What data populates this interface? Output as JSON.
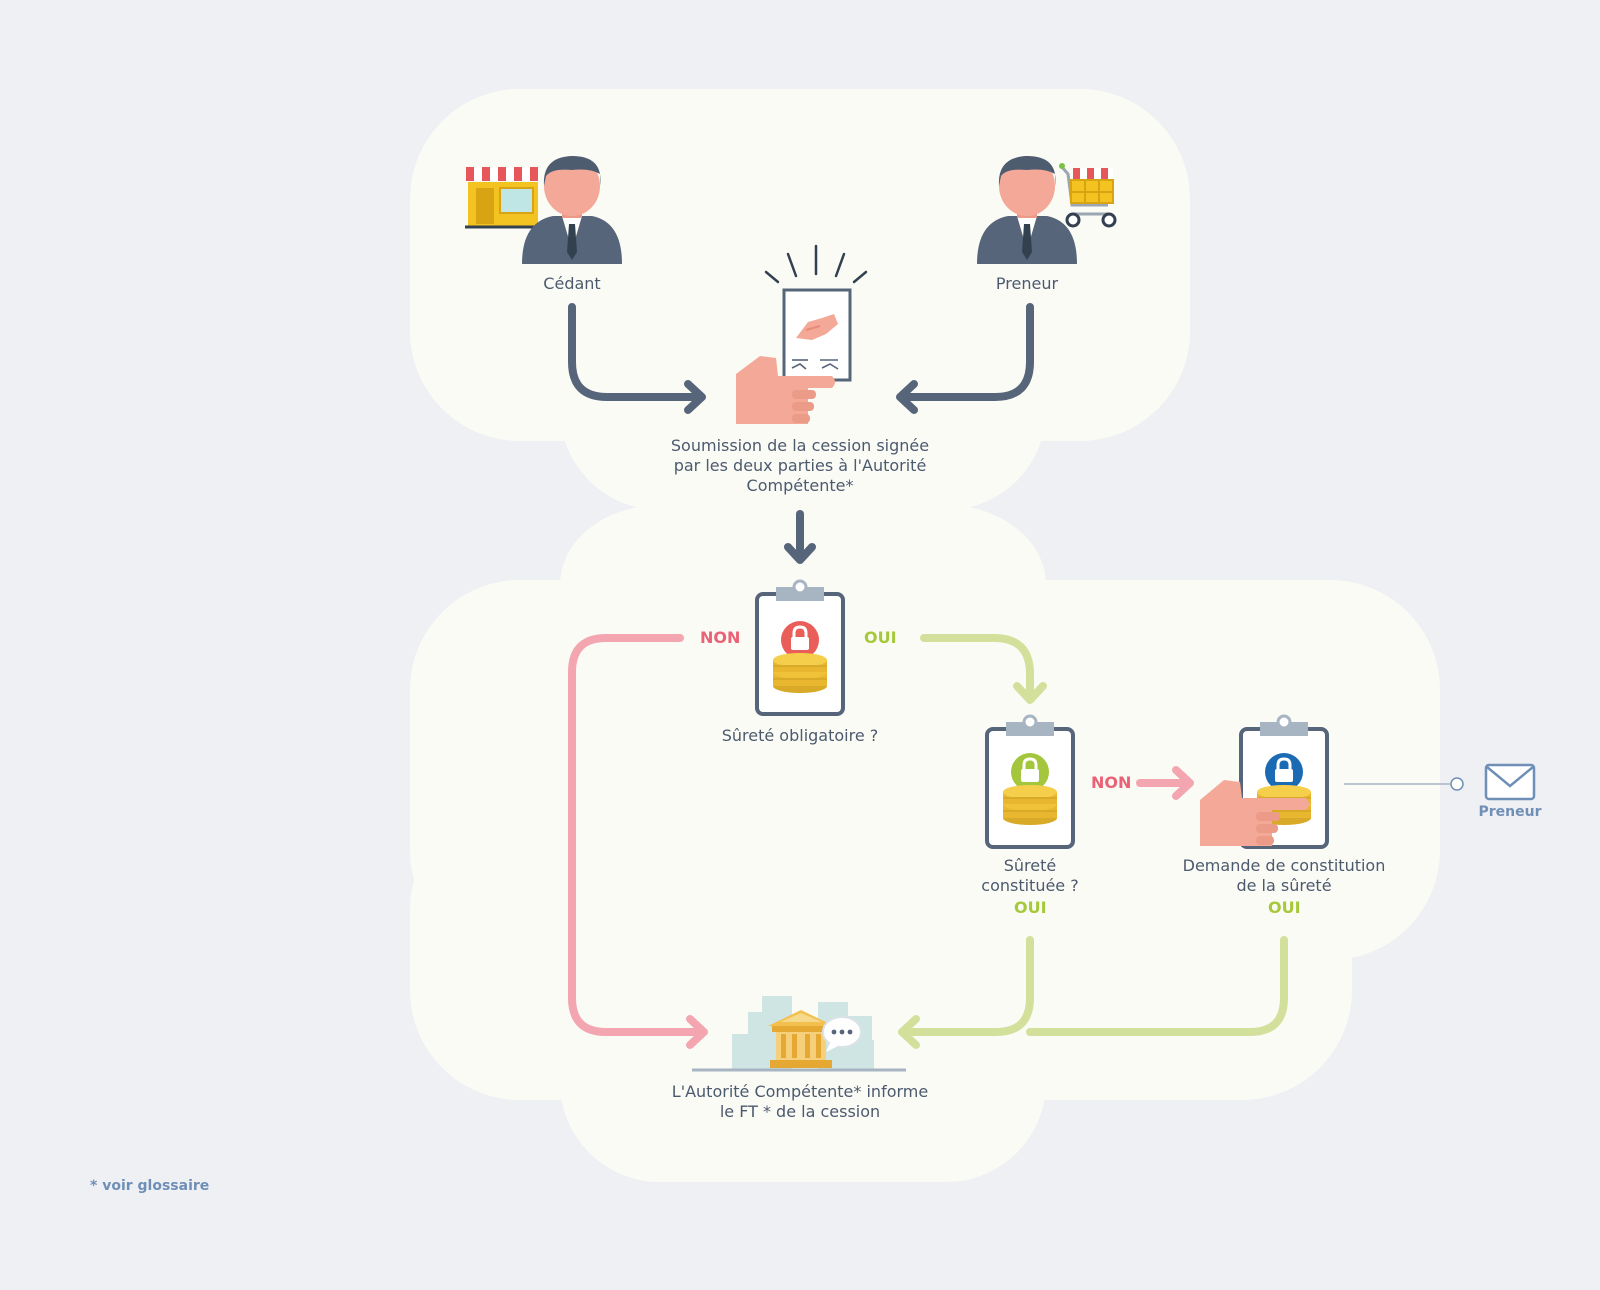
{
  "actors": {
    "cedant": "Cédant",
    "preneur": "Preneur"
  },
  "steps": {
    "submission": [
      "Soumission de la cession signée",
      "par les deux parties à l'Autorité",
      "Compétente*"
    ],
    "surete_obligatoire": "Sûreté obligatoire ?",
    "surete_constituee": [
      "Sûreté",
      "constituée ?"
    ],
    "demande_constitution": [
      "Demande de constitution",
      "de la sûreté"
    ],
    "autorite_informe": [
      "L'Autorité Compétente* informe",
      "le FT * de la cession"
    ]
  },
  "decisions": {
    "non_left": "NON",
    "oui_right": "OUI",
    "non_middle": "NON",
    "oui_constituee": "OUI",
    "oui_demande": "OUI"
  },
  "mail_recipient": "Preneur",
  "footnote": "* voir glossaire",
  "icons": [
    "shop-icon",
    "businessman-icon",
    "shopping-cart-icon",
    "signed-document-icon",
    "hand-icon",
    "clipboard-lock-coins-icon",
    "envelope-icon",
    "bank-building-icon",
    "speech-bubble-icon"
  ],
  "colors": {
    "background": "#eef0f3",
    "panel": "#fbfbf6",
    "dark_arrow": "#56657a",
    "non_pink": "#f3a6b0",
    "non_text": "#e96275",
    "oui_green": "#d3e09b",
    "oui_text": "#a5c93b",
    "lock_red": "#ea5e5a",
    "lock_green": "#a4c63c",
    "lock_blue": "#1b6bb4",
    "skin": "#f4a898",
    "coin": "#f0c23a"
  }
}
